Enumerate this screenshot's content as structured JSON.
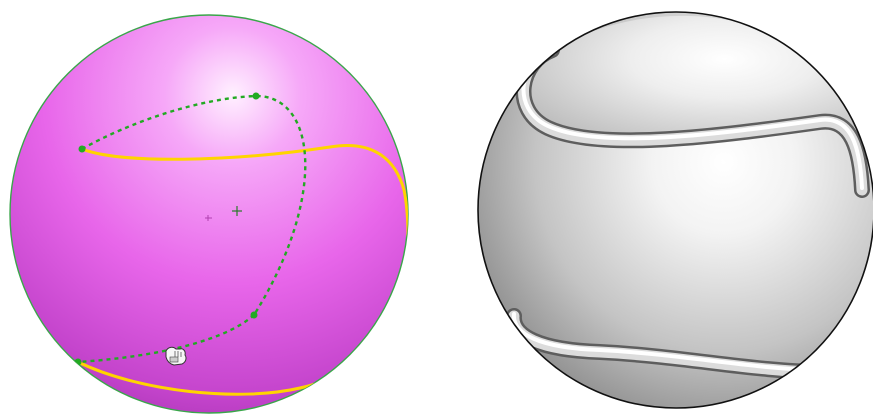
{
  "viewport": {
    "background": "#ffffff",
    "cursor": "hand-pointer-icon"
  },
  "left_model": {
    "appearance": "magenta-sphere",
    "colors": {
      "face": "#ee66f0",
      "highlight": "#fff0ff",
      "shadow": "#9a2aa6",
      "silhouette_edge": "#3aa64a",
      "selected_curve": "#ffd400",
      "construction_sketch": "#22aa22"
    },
    "sketch": {
      "style": "dashed",
      "endpoint_markers": 4
    },
    "origin_marker": "plus-icon"
  },
  "right_model": {
    "appearance": "tennis-ball",
    "colors": {
      "face": "#e4e4e4",
      "highlight": "#ffffff",
      "shadow": "#6f6f6f",
      "edge": "#111111",
      "seam": "#f2f2f2"
    }
  }
}
